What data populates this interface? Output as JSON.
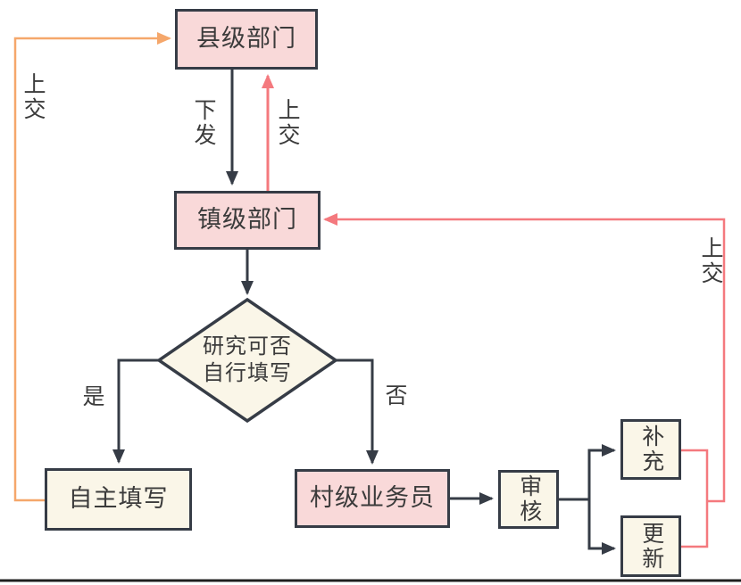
{
  "diagram": {
    "title": "reporting-workflow-flowchart",
    "nodes": {
      "county": {
        "label": "县级部门"
      },
      "town": {
        "label": "镇级部门"
      },
      "decision": {
        "label_line1": "研究可否",
        "label_line2": "自行填写"
      },
      "self_fill": {
        "label": "自主填写"
      },
      "village_clerk": {
        "label": "村级业务员"
      },
      "review": {
        "label": "审核"
      },
      "supplement": {
        "label": "补充"
      },
      "update": {
        "label": "更新"
      }
    },
    "edge_labels": {
      "issue_down": "下发",
      "submit_up_center": "上交",
      "submit_up_left": "上交",
      "submit_up_right": "上交",
      "yes": "是",
      "no": "否"
    },
    "colors": {
      "node_pink": "#f9d9d9",
      "node_cream": "#faf6e8",
      "border_dark": "#363c46",
      "arrow_black": "#363c46",
      "arrow_red": "#f4797e",
      "arrow_orange": "#f5a76b",
      "bottom_rule": "#1f1f1f"
    }
  }
}
